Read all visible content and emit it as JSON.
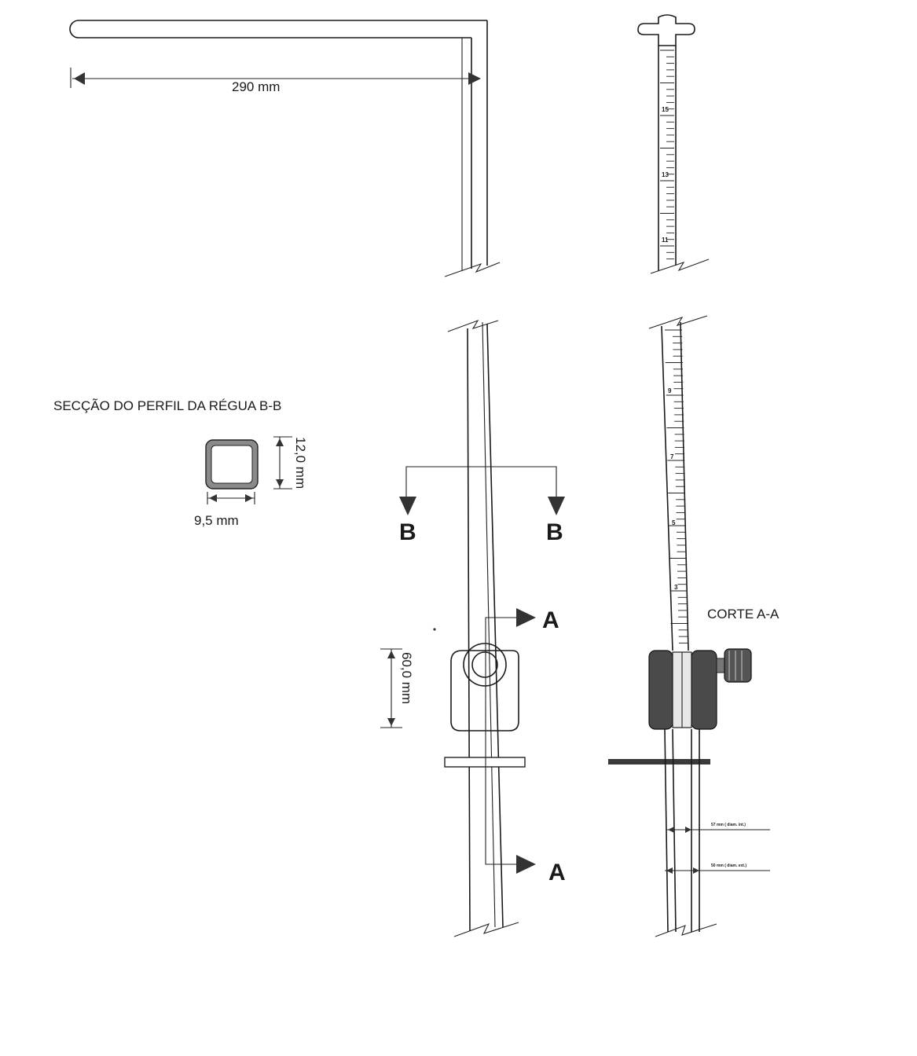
{
  "labels": {
    "length_dim": "290 mm",
    "section_title": "SECÇÃO DO PERFIL DA RÉGUA B-B",
    "section_height": "12,0 mm",
    "section_width": "9,5 mm",
    "slider_height": "60,0 mm",
    "section_marker_left": "B",
    "section_marker_right": "B",
    "cut_marker_top": "A",
    "cut_marker_bottom": "A",
    "cut_view_title": "CORTE A-A",
    "inner_dim_1": "57 mm ( diam. int.)",
    "inner_dim_2": "50 mm ( diam. ext.)"
  }
}
